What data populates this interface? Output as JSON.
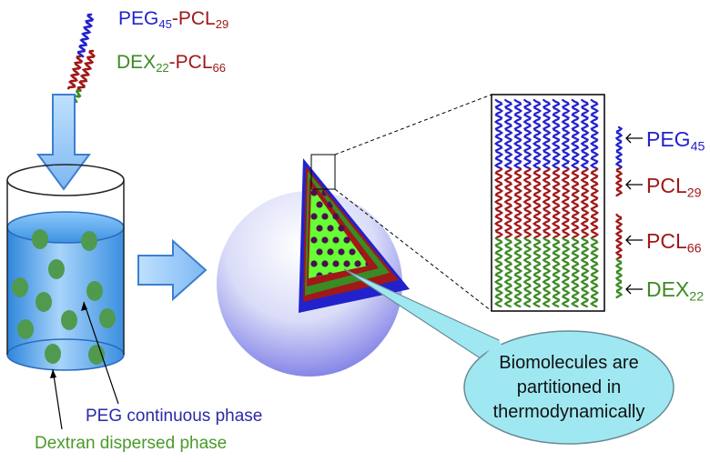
{
  "legend": {
    "peg_pcl": {
      "a": "PEG",
      "a_sub": "45",
      "dash": "-",
      "b": "PCL",
      "b_sub": "29"
    },
    "dex_pcl": {
      "a": "DEX",
      "a_sub": "22",
      "dash": "-",
      "b": "PCL",
      "b_sub": "66"
    }
  },
  "layers": [
    {
      "name": "PEG",
      "sub": "45",
      "color": "#2222cc"
    },
    {
      "name": "PCL",
      "sub": "29",
      "color": "#a01818"
    },
    {
      "name": "PCL",
      "sub": "66",
      "color": "#a01818"
    },
    {
      "name": "DEX",
      "sub": "22",
      "color": "#3c8a24"
    }
  ],
  "phases": {
    "continuous": "PEG continuous phase",
    "dispersed": "Dextran dispersed phase"
  },
  "callout": {
    "line1": "Biomolecules are",
    "line2": "partitioned in",
    "line3": "thermodynamically"
  },
  "colors": {
    "peg_blue": "#2222cc",
    "pcl_red": "#a01818",
    "dex_green": "#3c8a24",
    "droplet_green": "#4f9a4f",
    "water_blue": "#5fa8ec",
    "core_green": "#66ff33",
    "dot_purple": "#4a1050",
    "callout_fill": "#9fe8f2"
  }
}
